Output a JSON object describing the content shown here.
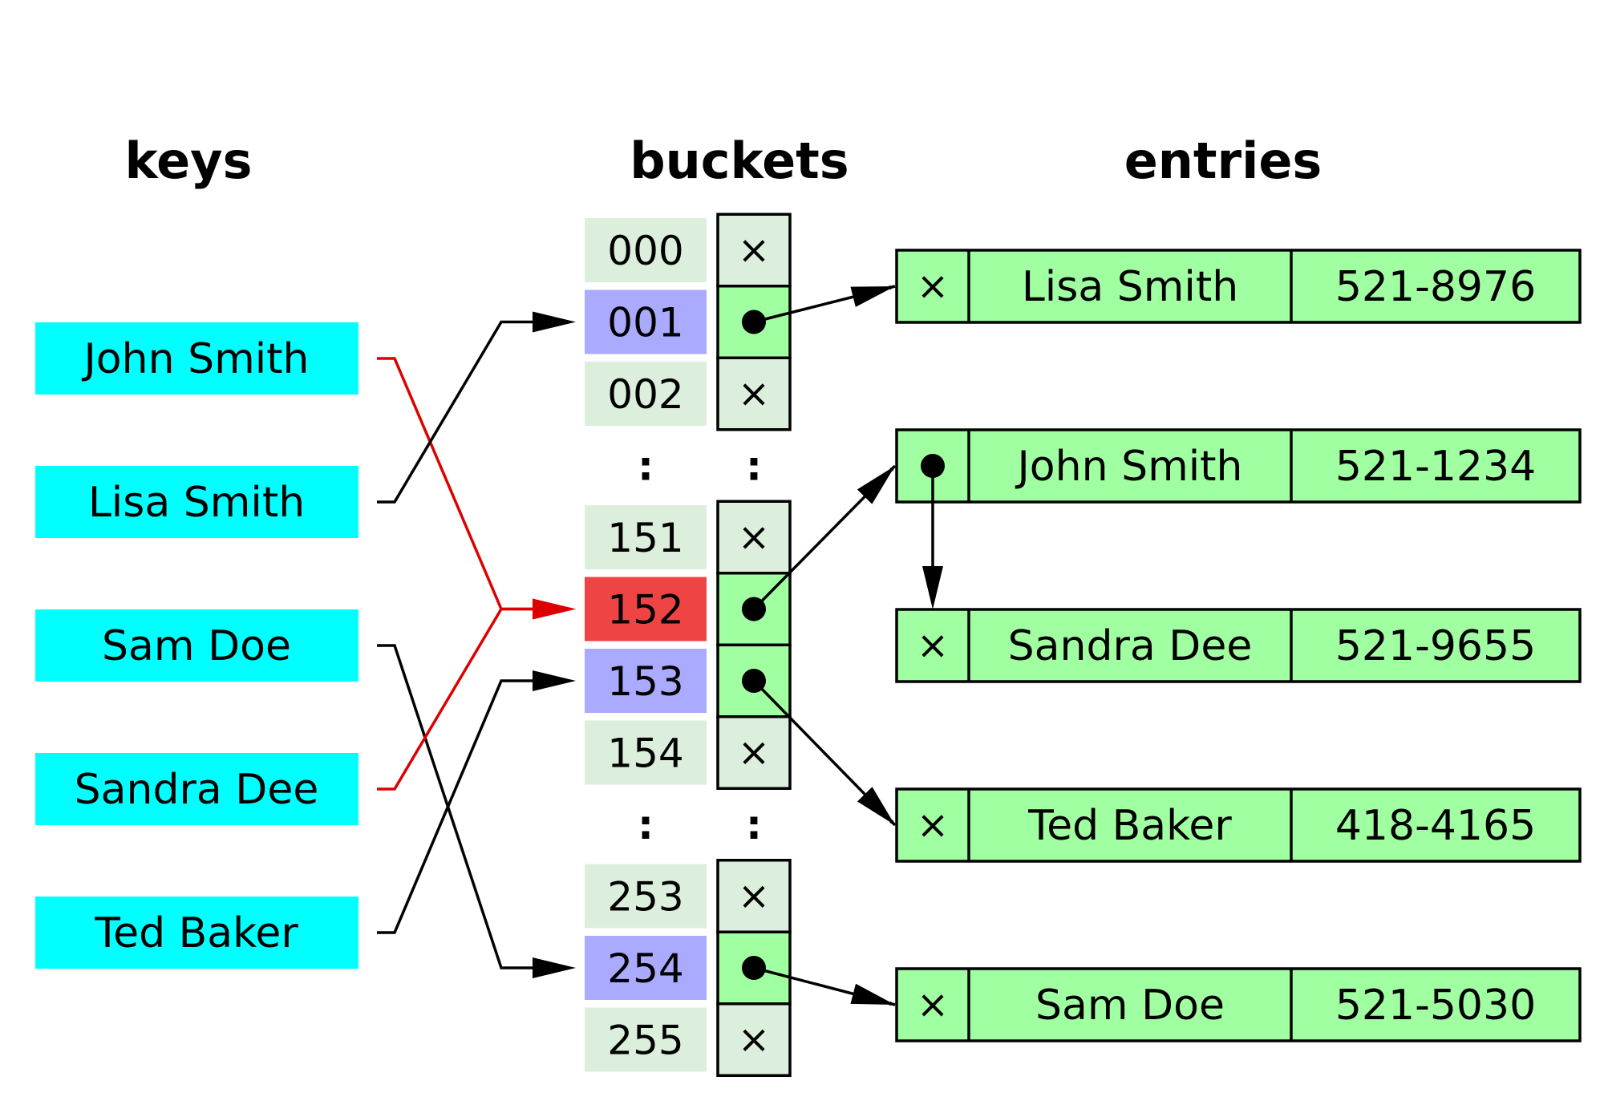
{
  "headings": {
    "keys": "keys",
    "buckets": "buckets",
    "entries": "entries"
  },
  "keys": [
    "John Smith",
    "Lisa Smith",
    "Sam Doe",
    "Sandra Dee",
    "Ted Baker"
  ],
  "buckets": [
    {
      "index": "000",
      "pointer": false,
      "state": "empty"
    },
    {
      "index": "001",
      "pointer": true,
      "state": "used"
    },
    {
      "index": "002",
      "pointer": false,
      "state": "empty"
    },
    {
      "index": ":",
      "ellipsis": true
    },
    {
      "index": "151",
      "pointer": false,
      "state": "empty"
    },
    {
      "index": "152",
      "pointer": true,
      "state": "collision"
    },
    {
      "index": "153",
      "pointer": true,
      "state": "used"
    },
    {
      "index": "154",
      "pointer": false,
      "state": "empty"
    },
    {
      "index": ":",
      "ellipsis": true
    },
    {
      "index": "253",
      "pointer": false,
      "state": "empty"
    },
    {
      "index": "254",
      "pointer": true,
      "state": "used"
    },
    {
      "index": "255",
      "pointer": false,
      "state": "empty"
    }
  ],
  "entries": [
    {
      "name": "Lisa Smith",
      "phone": "521-8976",
      "next": false
    },
    {
      "name": "John Smith",
      "phone": "521-1234",
      "next": true
    },
    {
      "name": "Sandra Dee",
      "phone": "521-9655",
      "next": false
    },
    {
      "name": "Ted Baker",
      "phone": "418-4165",
      "next": false
    },
    {
      "name": "Sam Doe",
      "phone": "521-5030",
      "next": false
    }
  ],
  "null_mark": "×",
  "links": [
    {
      "key": "John Smith",
      "bucket": "152",
      "collision": true
    },
    {
      "key": "Lisa Smith",
      "bucket": "001",
      "collision": false
    },
    {
      "key": "Sam Doe",
      "bucket": "254",
      "collision": false
    },
    {
      "key": "Sandra Dee",
      "bucket": "152",
      "collision": true
    },
    {
      "key": "Ted Baker",
      "bucket": "153",
      "collision": false
    }
  ],
  "colors": {
    "key_fill": "#00ffff",
    "bucket_empty": "#dcefdc",
    "bucket_used": "#aaaaff",
    "bucket_collision": "#ee4444",
    "slot_empty": "#dcefdc",
    "slot_used": "#a0ffa0",
    "entry_fill": "#a0ffa0",
    "collision_line": "#dd0000",
    "line": "#000000"
  }
}
